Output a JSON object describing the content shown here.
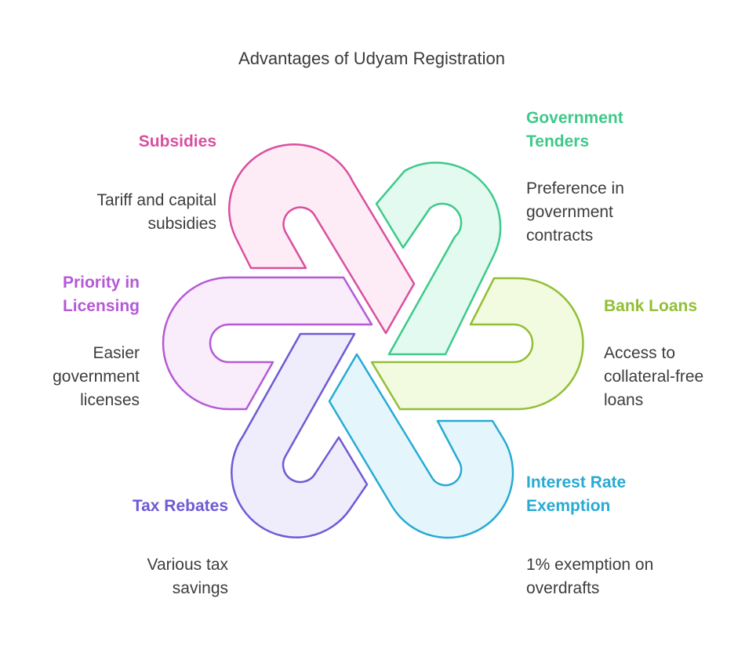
{
  "title": "Advantages of Udyam Registration",
  "items": [
    {
      "id": "subsidies",
      "label": [
        "Subsidies"
      ],
      "description": [
        "Tariff and capital",
        "subsidies"
      ],
      "color": "#d94fa0",
      "fill": "#fdebf5"
    },
    {
      "id": "government-tenders",
      "label": [
        "Government",
        "Tenders"
      ],
      "description": [
        "Preference in",
        "government",
        "contracts"
      ],
      "color": "#3ec98a",
      "fill": "#e2faf0"
    },
    {
      "id": "bank-loans",
      "label": [
        "Bank Loans"
      ],
      "description": [
        "Access to",
        "collateral-free",
        "loans"
      ],
      "color": "#92bf35",
      "fill": "#f2fadf"
    },
    {
      "id": "interest-rate-exemption",
      "label": [
        "Interest Rate",
        "Exemption"
      ],
      "description": [
        "1% exemption on",
        "overdrafts"
      ],
      "color": "#27aad4",
      "fill": "#e4f6fc"
    },
    {
      "id": "tax-rebates",
      "label": [
        "Tax Rebates"
      ],
      "description": [
        "Various tax",
        "savings"
      ],
      "color": "#6e5ad4",
      "fill": "#efedfb"
    },
    {
      "id": "priority-in-licensing",
      "label": [
        "Priority in",
        "Licensing"
      ],
      "description": [
        "Easier",
        "government",
        "licenses"
      ],
      "color": "#b45ad6",
      "fill": "#f9ecfb"
    }
  ]
}
